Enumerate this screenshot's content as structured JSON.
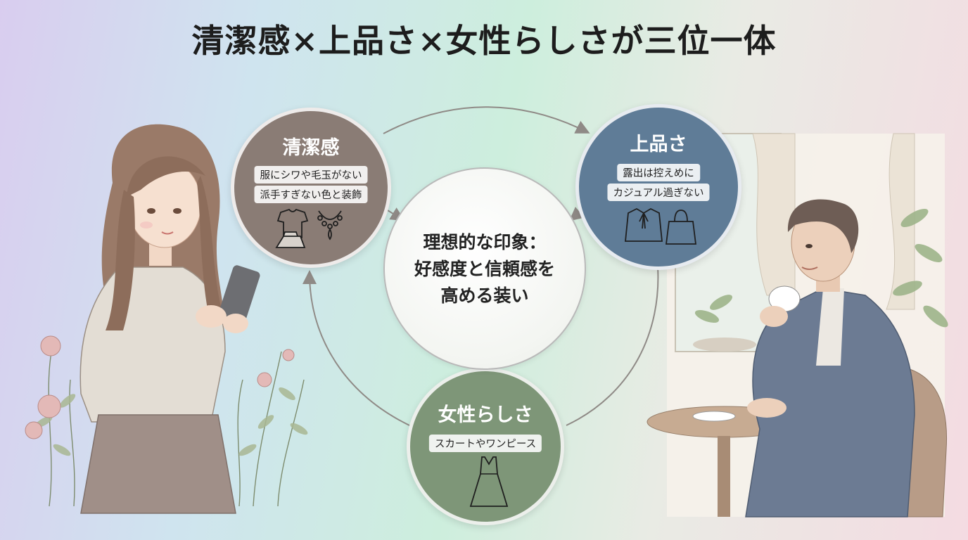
{
  "title": "清潔感×上品さ×女性らしさが三位一体",
  "center": {
    "lines": [
      "理想的な印象：",
      "好感度と信頼感を",
      "高める装い"
    ]
  },
  "nodes": {
    "cleanliness": {
      "title": "清潔感",
      "points": [
        "服にシワや毛玉がない",
        "派手すぎない色と装飾"
      ],
      "icons": [
        "blouse-icon",
        "iron-icon",
        "necklace-icon"
      ],
      "color": "#8a7c75"
    },
    "elegance": {
      "title": "上品さ",
      "points": [
        "露出は控えめに",
        "カジュアル過ぎない"
      ],
      "icons": [
        "bow-blouse-icon",
        "handbag-icon"
      ],
      "color": "#5f7c97"
    },
    "femininity": {
      "title": "女性らしさ",
      "points": [
        "スカートやワンピース"
      ],
      "icons": [
        "dress-icon"
      ],
      "color": "#7e9678"
    }
  },
  "illustrations": [
    "woman-with-smartphone",
    "man-drinking-coffee-in-cafe"
  ]
}
